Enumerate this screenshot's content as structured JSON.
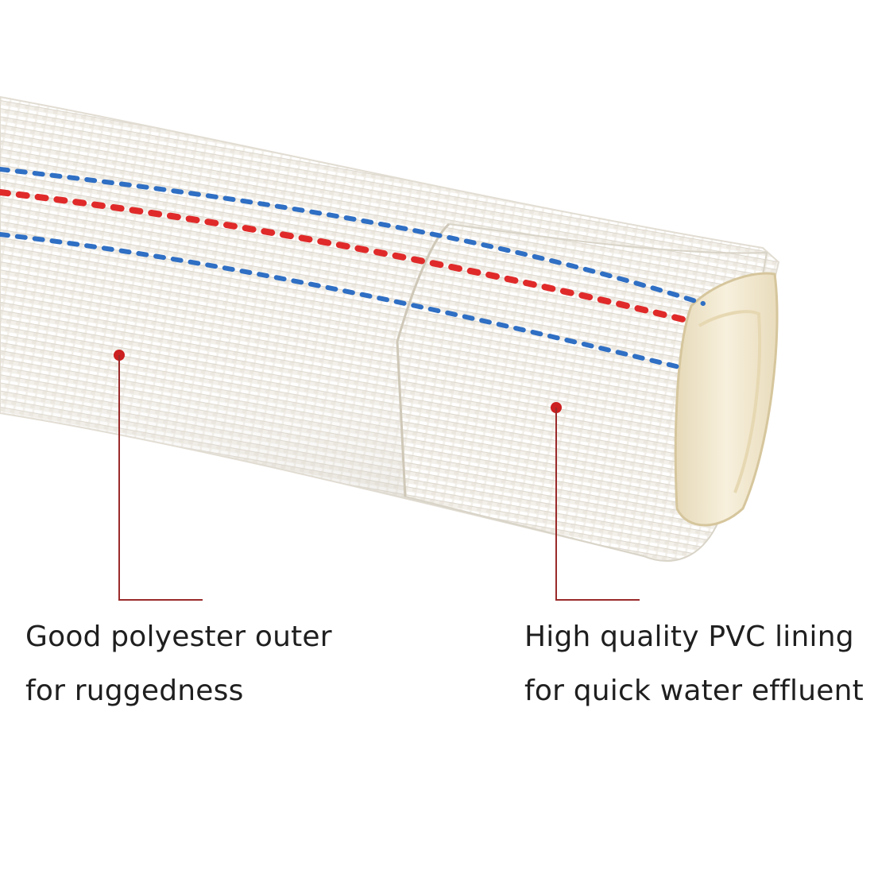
{
  "image": {
    "subject": "white woven hose with PVC lining",
    "colors": {
      "background": "#ffffff",
      "hose_fabric": "#f3f0ea",
      "hose_shadow": "#d9d5cc",
      "lining": "#f2ead4",
      "lining_shadow": "#e0d3b3",
      "stripe_blue": "#2f6fc4",
      "stripe_red": "#e02a2a",
      "callout_line": "#9a2a2a",
      "callout_dot": "#cc1f1f",
      "text": "#1f1f1f"
    }
  },
  "callouts": {
    "left": {
      "line1": "Good polyester outer",
      "line2": "for ruggedness"
    },
    "right": {
      "line1": "High quality PVC lining",
      "line2": "for quick water effluent"
    }
  }
}
